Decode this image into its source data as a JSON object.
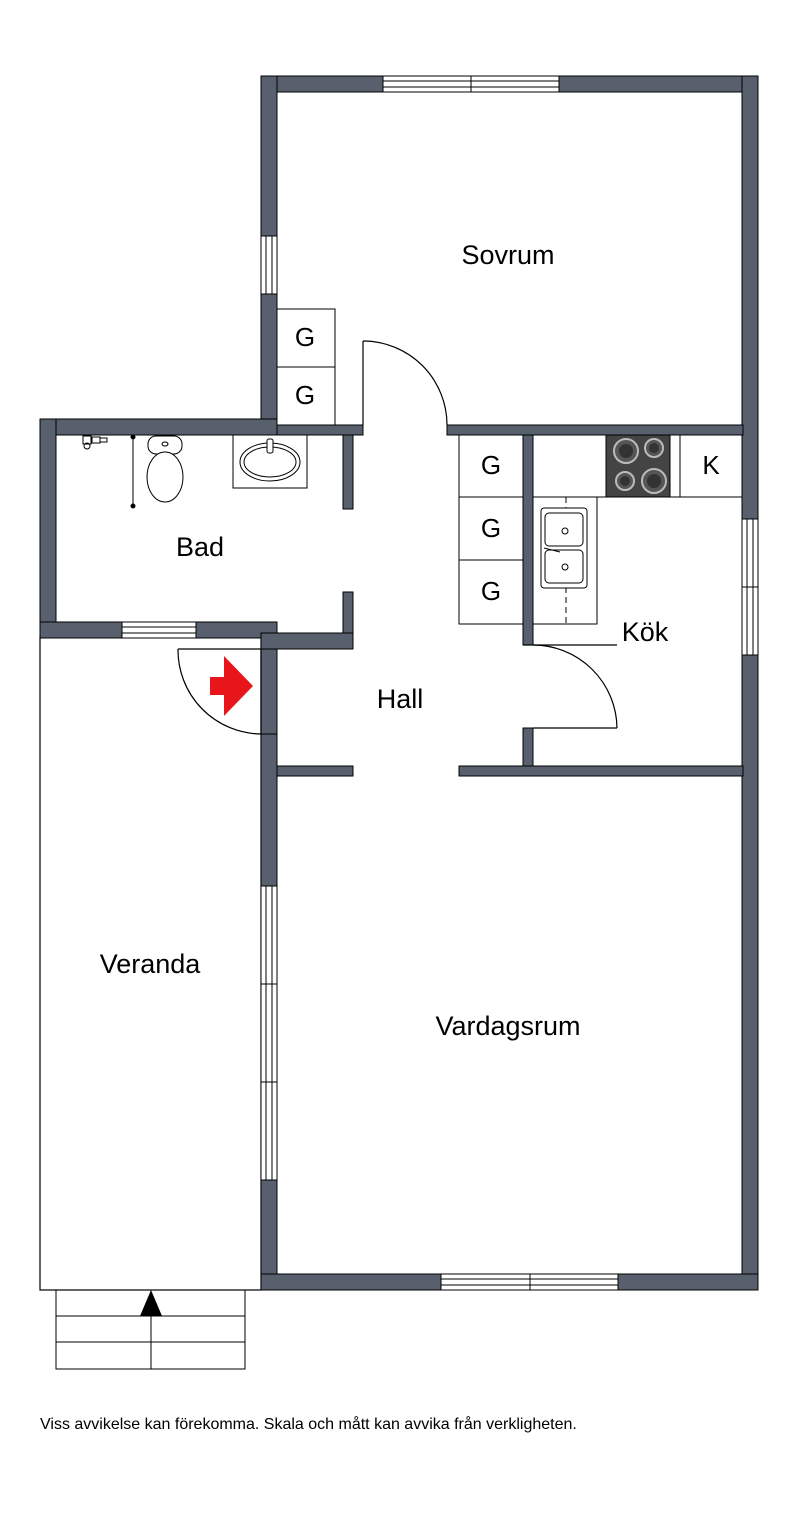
{
  "rooms": {
    "sovrum": "Sovrum",
    "bad": "Bad",
    "hall": "Hall",
    "kok": "Kök",
    "veranda": "Veranda",
    "vardagsrum": "Vardagsrum"
  },
  "closets": {
    "g1": "G",
    "g2": "G",
    "g3": "G",
    "g4": "G",
    "g5": "G",
    "fridge": "K"
  },
  "disclaimer": "Viss avvikelse kan förekomma. Skala och mått kan avvika från verkligheten.",
  "colors": {
    "wall": "#58606e",
    "line": "#000000",
    "stove": "#444444",
    "entrance_arrow": "#e8161b"
  },
  "icons": {
    "entrance": "entrance-arrow-icon",
    "north": "north-arrow-icon"
  }
}
